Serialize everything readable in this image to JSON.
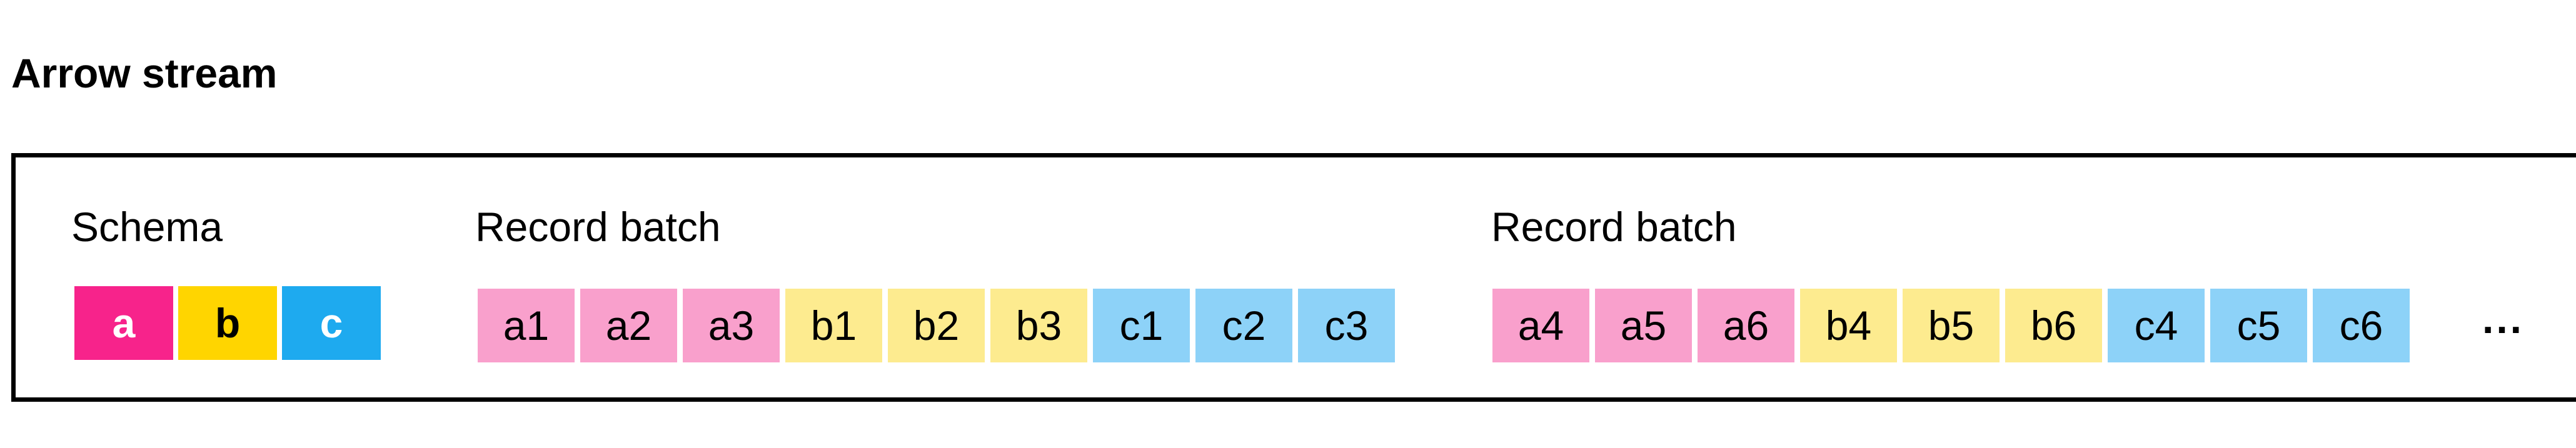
{
  "title": "Arrow stream",
  "colors": {
    "a_strong": "#F7238B",
    "b_strong": "#FFD500",
    "c_strong": "#1EAAEF",
    "a_light": "#F9A0CC",
    "b_light": "#FDEB8F",
    "c_light": "#8DD2F8"
  },
  "schema": {
    "label": "Schema",
    "fields": [
      {
        "text": "a",
        "color": "#F7238B",
        "text_color": "#FFFFFF"
      },
      {
        "text": "b",
        "color": "#FFD500",
        "text_color": "#000000"
      },
      {
        "text": "c",
        "color": "#1EAAEF",
        "text_color": "#FFFFFF"
      }
    ]
  },
  "batches": [
    {
      "label": "Record batch",
      "cells": [
        {
          "text": "a1",
          "color": "#F9A0CC"
        },
        {
          "text": "a2",
          "color": "#F9A0CC"
        },
        {
          "text": "a3",
          "color": "#F9A0CC"
        },
        {
          "text": "b1",
          "color": "#FDEB8F"
        },
        {
          "text": "b2",
          "color": "#FDEB8F"
        },
        {
          "text": "b3",
          "color": "#FDEB8F"
        },
        {
          "text": "c1",
          "color": "#8DD2F8"
        },
        {
          "text": "c2",
          "color": "#8DD2F8"
        },
        {
          "text": "c3",
          "color": "#8DD2F8"
        }
      ]
    },
    {
      "label": "Record batch",
      "cells": [
        {
          "text": "a4",
          "color": "#F9A0CC"
        },
        {
          "text": "a5",
          "color": "#F9A0CC"
        },
        {
          "text": "a6",
          "color": "#F9A0CC"
        },
        {
          "text": "b4",
          "color": "#FDEB8F"
        },
        {
          "text": "b5",
          "color": "#FDEB8F"
        },
        {
          "text": "b6",
          "color": "#FDEB8F"
        },
        {
          "text": "c4",
          "color": "#8DD2F8"
        },
        {
          "text": "c5",
          "color": "#8DD2F8"
        },
        {
          "text": "c6",
          "color": "#8DD2F8"
        }
      ]
    }
  ],
  "continuation": "..."
}
